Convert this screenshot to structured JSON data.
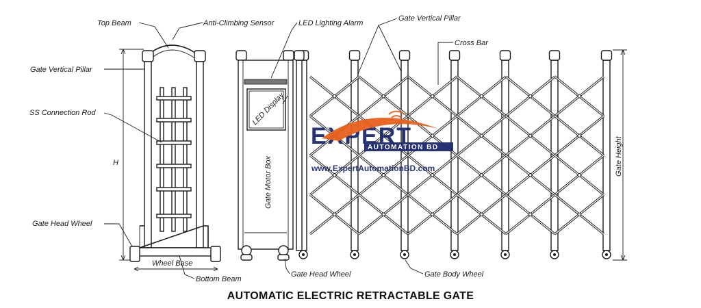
{
  "title": "AUTOMATIC ELECTRIC RETRACTABLE GATE",
  "labels": {
    "top_beam": "Top Beam",
    "anti_climbing_sensor": "Anti-Climbing Sensor",
    "led_lighting_alarm": "LED Lighting Alarm",
    "gate_vertical_pillar_top": "Gate Vertical Pillar",
    "cross_bar": "Cross Bar",
    "gate_vertical_pillar_left": "Gate Vertical Pillar",
    "ss_connection_rod": "SS Connection Rod",
    "h": "H",
    "gate_head_wheel_left": "Gate Head Wheel",
    "wheel_base": "Wheel Base",
    "bottom_beam": "Bottom Beam",
    "gate_head_wheel_bottom": "Gate Head Wheel",
    "gate_body_wheel": "Gate Body Wheel",
    "led_display": "LED Display",
    "gate_motor_box": "Gate Motor Box",
    "gate_height": "Gate Height"
  },
  "watermark": {
    "brand": "EXPERT",
    "sub": "AUTOMATION BD",
    "url": "www.ExpertAutomationBD.com",
    "colors": {
      "navy": "#1e2a6e",
      "orange": "#e8601c"
    }
  }
}
